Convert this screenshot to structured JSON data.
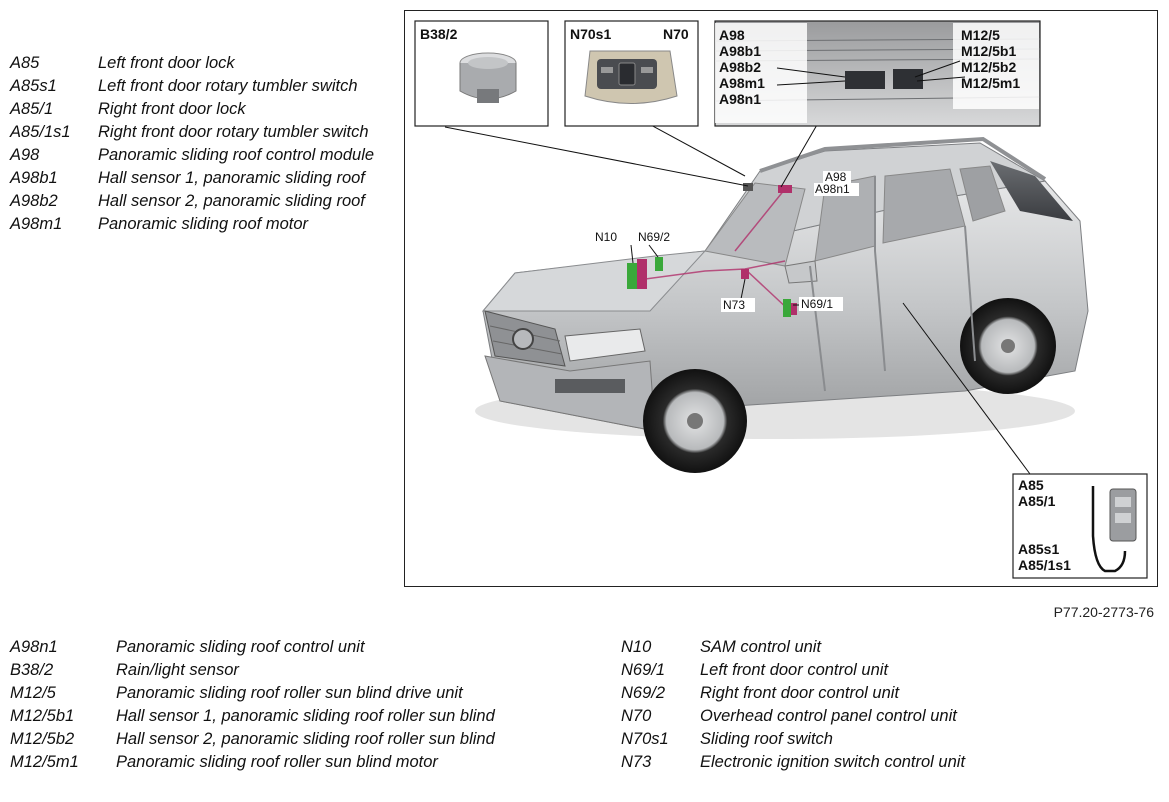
{
  "legend_left": [
    {
      "code": "A85",
      "desc": "Left front door lock"
    },
    {
      "code": "A85s1",
      "desc": "Left front door rotary tumbler switch"
    },
    {
      "code": "A85/1",
      "desc": "Right front door lock"
    },
    {
      "code": "A85/1s1",
      "desc": "Right front door rotary tumbler switch"
    },
    {
      "code": "A98",
      "desc": "Panoramic sliding roof control module"
    },
    {
      "code": "A98b1",
      "desc": "Hall sensor 1, panoramic sliding roof"
    },
    {
      "code": "A98b2",
      "desc": "Hall sensor 2, panoramic sliding roof"
    },
    {
      "code": "A98m1",
      "desc": "Panoramic sliding roof motor"
    }
  ],
  "legend_bottom_left": [
    {
      "code": "A98n1",
      "desc": "Panoramic sliding roof control unit"
    },
    {
      "code": "B38/2",
      "desc": "Rain/light sensor"
    },
    {
      "code": "M12/5",
      "desc": "Panoramic sliding roof roller sun blind drive unit"
    },
    {
      "code": "M12/5b1",
      "desc": "Hall sensor 1, panoramic sliding roof roller sun blind"
    },
    {
      "code": "M12/5b2",
      "desc": "Hall sensor 2, panoramic sliding roof roller sun blind"
    },
    {
      "code": "M12/5m1",
      "desc": "Panoramic sliding roof roller sun blind motor"
    }
  ],
  "legend_bottom_right": [
    {
      "code": "N10",
      "desc": "SAM control unit"
    },
    {
      "code": "N69/1",
      "desc": "Left front door control unit"
    },
    {
      "code": "N69/2",
      "desc": "Right front door control unit"
    },
    {
      "code": "N70",
      "desc": "Overhead control panel control unit"
    },
    {
      "code": "N70s1",
      "desc": "Sliding roof switch"
    },
    {
      "code": "N73",
      "desc": "Electronic ignition switch control unit"
    }
  ],
  "figure_ref": "P77.20-2773-76",
  "inset_labels": {
    "b38": "B38/2",
    "n70s1": "N70s1",
    "n70": "N70",
    "roof_left": [
      "A98",
      "A98b1",
      "A98b2",
      "A98m1",
      "A98n1"
    ],
    "roof_right": [
      "M12/5",
      "M12/5b1",
      "M12/5b2",
      "M12/5m1"
    ],
    "lock_top": [
      "A85",
      "A85/1"
    ],
    "lock_bottom": [
      "A85s1",
      "A85/1s1"
    ]
  },
  "car_callouts": {
    "a98": "A98",
    "a98n1": "A98n1",
    "n10": "N10",
    "n692": "N69/2",
    "n73": "N73",
    "n691": "N69/1"
  },
  "colors": {
    "component_magenta": "#b0306a",
    "component_green": "#3aa83a",
    "car_silver": "#c9cbcd"
  }
}
